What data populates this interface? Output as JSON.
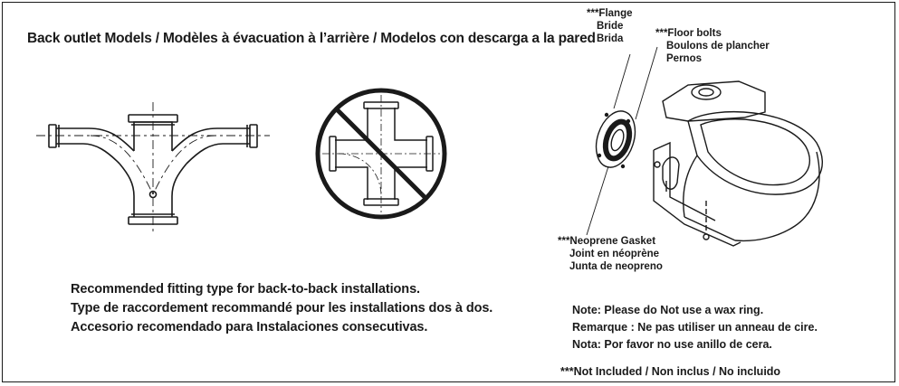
{
  "header": {
    "title": "Back outlet Models / Modèles à évacuation à l’arrière / Modelos con descarga a la pared"
  },
  "fittings": {
    "recommended_icon": "double-wye-fitting-icon",
    "not_recommended_icon": "prohibited-cross-fitting-icon",
    "caption_lines": [
      "Recommended fitting type for back-to-back installations.",
      "Type de raccordement recommandé pour les installations dos à dos.",
      "Accesorio recomendado para Instalaciones consecutivas."
    ]
  },
  "toilet_diagram": {
    "icon": "toilet-bowl-icon",
    "flange_label": [
      "***Flange",
      "Bride",
      "Brida"
    ],
    "floor_bolts_label": [
      "***Floor bolts",
      "Boulons de plancher",
      "Pernos"
    ],
    "gasket_label": [
      "***Neoprene Gasket",
      "Joint en néoprène",
      "Junta de neopreno"
    ]
  },
  "notes": {
    "lines": [
      "Note: Please do Not use a wax ring.",
      "Remarque : Ne pas utiliser un anneau de cire.",
      "Nota: Por favor no use anillo de cera."
    ],
    "not_included": "***Not Included / Non inclus / No incluido"
  }
}
